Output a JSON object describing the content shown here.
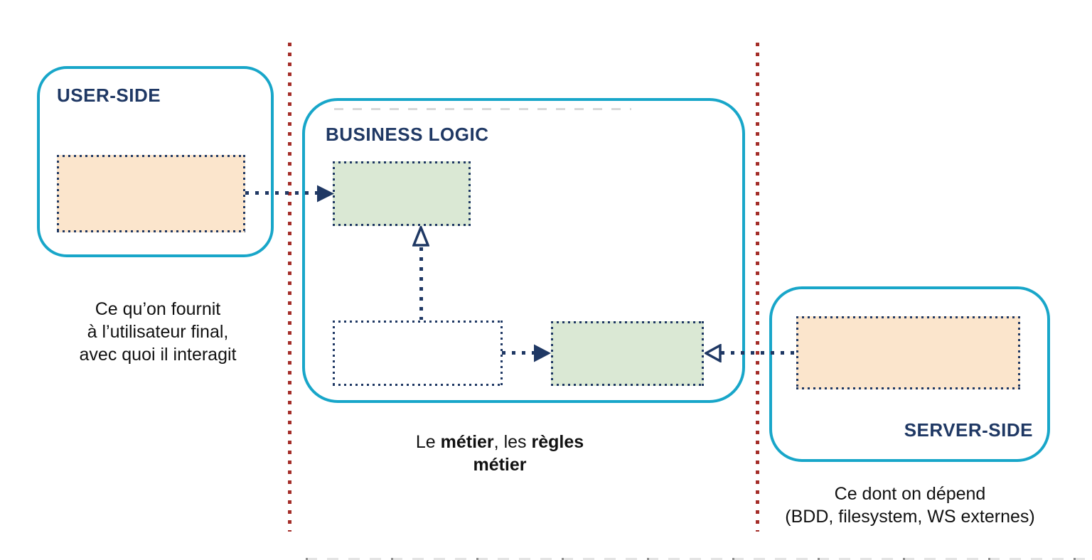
{
  "colors": {
    "accent_cyan": "#18A6C9",
    "navy": "#1F3864",
    "red_dotted": "#A42D28",
    "orange_fill": "#FBE5CC",
    "green_fill": "#DAE8D4",
    "faint_gray": "#D9D9D9"
  },
  "regions": {
    "user_side": {
      "label": "USER-SIDE",
      "caption": [
        "Ce qu’on fournit",
        "à l’utilisateur final,",
        "avec quoi il interagit"
      ]
    },
    "business_logic": {
      "label": "BUSINESS LOGIC",
      "caption_line1": [
        {
          "text": "Le ",
          "bold": false
        },
        {
          "text": "métier",
          "bold": true
        },
        {
          "text": ", les ",
          "bold": false
        },
        {
          "text": "règles",
          "bold": true
        }
      ],
      "caption_line2": [
        {
          "text": "métier",
          "bold": true
        }
      ]
    },
    "server_side": {
      "label": "SERVER-SIDE",
      "caption": [
        "Ce dont on dépend",
        "(BDD, filesystem, WS externes)"
      ]
    }
  }
}
